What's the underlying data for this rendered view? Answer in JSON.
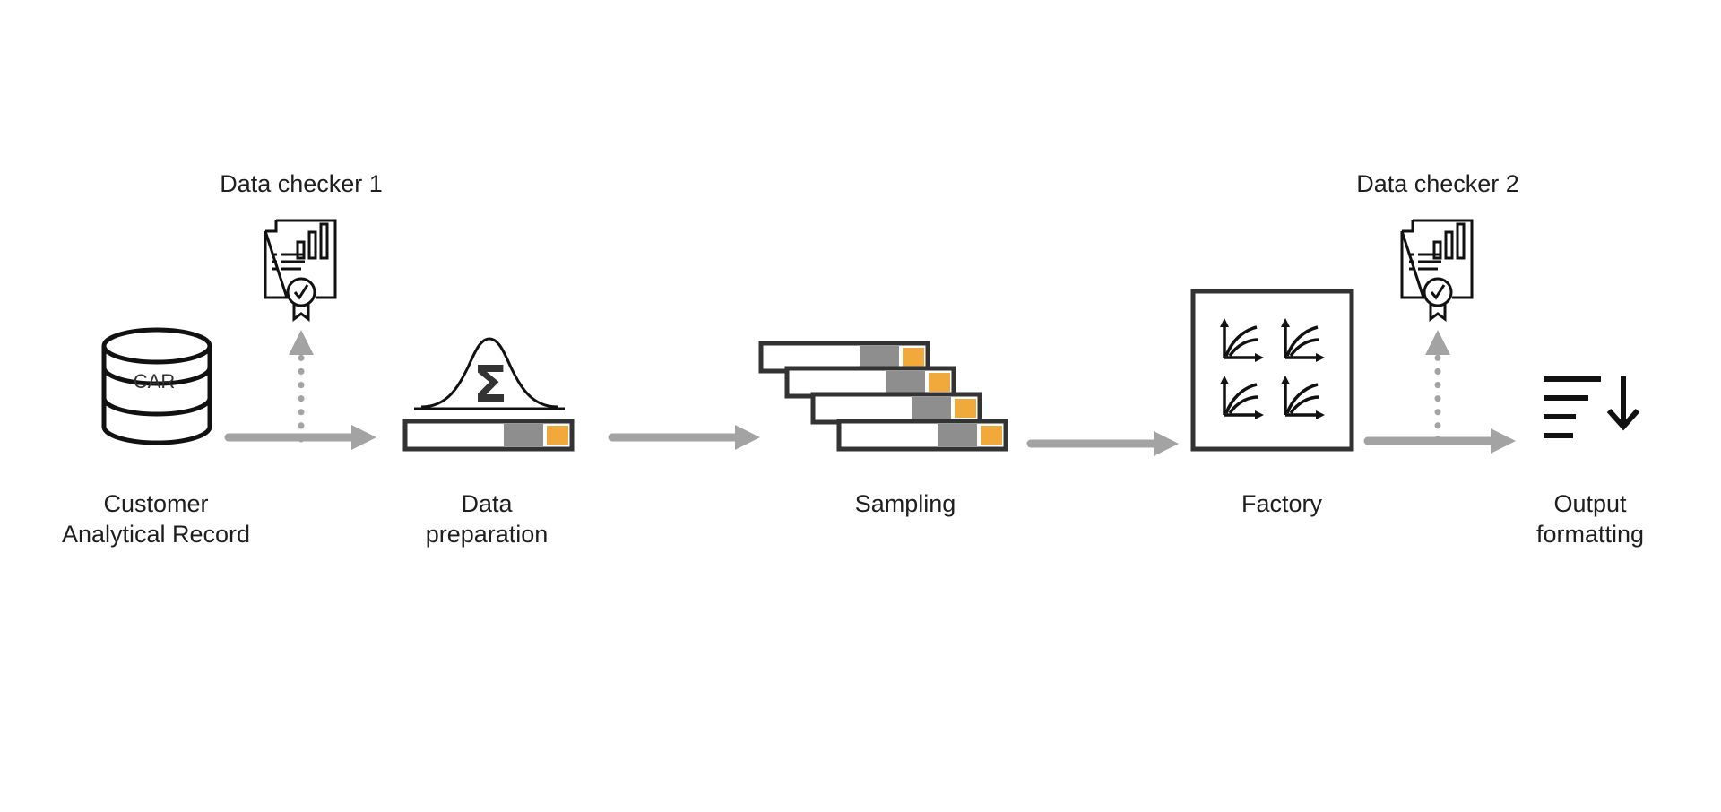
{
  "checkers": {
    "checker1": "Data checker 1",
    "checker2": "Data checker 2"
  },
  "stages": {
    "car": {
      "line1": "Customer",
      "line2": "Analytical Record",
      "db_label": "CAR"
    },
    "prep": {
      "line1": "Data",
      "line2": "preparation",
      "symbol": "Σ"
    },
    "sampling": {
      "line1": "Sampling"
    },
    "factory": {
      "line1": "Factory"
    },
    "output": {
      "line1": "Output",
      "line2": "formatting"
    }
  },
  "colors": {
    "icon_stroke": "#333333",
    "arrow": "#a3a3a3",
    "bar_gray": "#8e8e8e",
    "bar_orange": "#f2a93b"
  },
  "icons": {
    "car": "database-icon",
    "checker": "certificate-report-icon",
    "prep": "normal-distribution-icon",
    "sampling": "stacked-bars-icon",
    "factory": "model-curves-icon",
    "output": "sort-descending-icon"
  }
}
